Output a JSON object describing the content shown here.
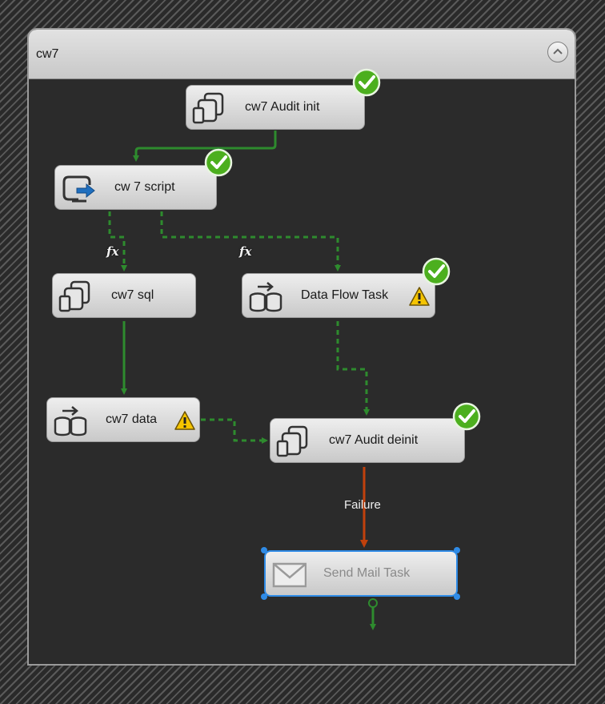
{
  "container": {
    "title": "cw7"
  },
  "tasks": {
    "audit_init": {
      "label": "cw7 Audit init",
      "icon": "execute-sql-task-icon",
      "status": "success"
    },
    "script": {
      "label": "cw 7 script",
      "icon": "script-task-icon",
      "status": "success"
    },
    "sql": {
      "label": "cw7 sql",
      "icon": "execute-sql-task-icon"
    },
    "data_flow": {
      "label": "Data Flow Task",
      "icon": "data-flow-task-icon",
      "status": "success",
      "warning": true
    },
    "data": {
      "label": "cw7 data",
      "icon": "data-flow-task-icon",
      "warning": true
    },
    "audit_deinit": {
      "label": "cw7 Audit deinit",
      "icon": "execute-sql-task-icon",
      "status": "success"
    },
    "send_mail": {
      "label": "Send Mail Task",
      "icon": "mail-task-icon",
      "disabled": true,
      "selected": true
    }
  },
  "connectors": {
    "expression_marker": "fx",
    "failure_label": "Failure"
  },
  "colors": {
    "success": "#2e7d2e",
    "failure": "#c2410c",
    "selection": "#2f8be6"
  }
}
